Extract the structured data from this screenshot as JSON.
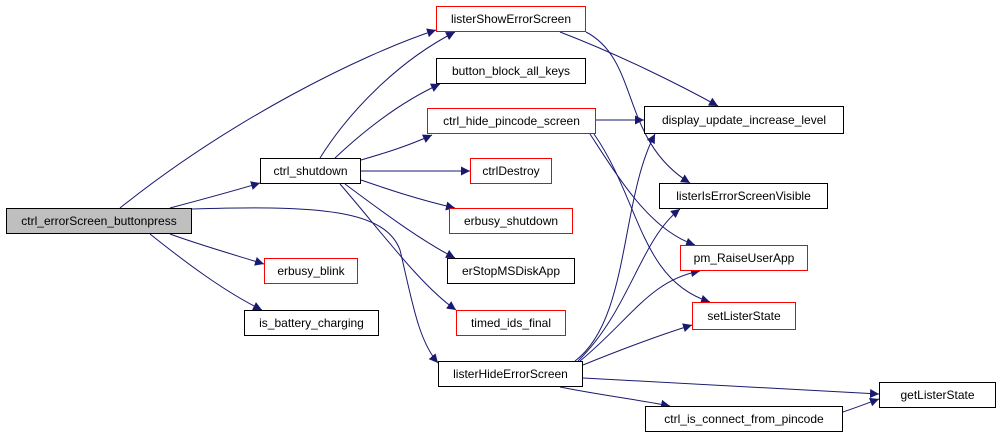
{
  "colors": {
    "edge": "#191970",
    "border": "#000000",
    "undocumented_border": "#ff0000",
    "root_fill": "#bfbfbf"
  },
  "nodes": {
    "ctrl_errorScreen_buttonpress": {
      "label": "ctrl_errorScreen_buttonpress"
    },
    "ctrl_shutdown": {
      "label": "ctrl_shutdown"
    },
    "erbusy_blink": {
      "label": "erbusy_blink"
    },
    "is_battery_charging": {
      "label": "is_battery_charging"
    },
    "listerShowErrorScreen": {
      "label": "listerShowErrorScreen"
    },
    "button_block_all_keys": {
      "label": "button_block_all_keys"
    },
    "ctrl_hide_pincode_screen": {
      "label": "ctrl_hide_pincode_screen"
    },
    "ctrlDestroy": {
      "label": "ctrlDestroy"
    },
    "erbusy_shutdown": {
      "label": "erbusy_shutdown"
    },
    "erStopMSDiskApp": {
      "label": "erStopMSDiskApp"
    },
    "timed_ids_final": {
      "label": "timed_ids_final"
    },
    "listerHideErrorScreen": {
      "label": "listerHideErrorScreen"
    },
    "display_update_increase_level": {
      "label": "display_update_increase_level"
    },
    "listerIsErrorScreenVisible": {
      "label": "listerIsErrorScreenVisible"
    },
    "pm_RaiseUserApp": {
      "label": "pm_RaiseUserApp"
    },
    "setListerState": {
      "label": "setListerState"
    },
    "ctrl_is_connect_from_pincode": {
      "label": "ctrl_is_connect_from_pincode"
    },
    "getListerState": {
      "label": "getListerState"
    }
  },
  "edges": [
    {
      "from": "ctrl_errorScreen_buttonpress",
      "to": "listerShowErrorScreen"
    },
    {
      "from": "ctrl_errorScreen_buttonpress",
      "to": "ctrl_shutdown"
    },
    {
      "from": "ctrl_errorScreen_buttonpress",
      "to": "erbusy_blink"
    },
    {
      "from": "ctrl_errorScreen_buttonpress",
      "to": "is_battery_charging"
    },
    {
      "from": "ctrl_errorScreen_buttonpress",
      "to": "listerHideErrorScreen"
    },
    {
      "from": "ctrl_shutdown",
      "to": "listerShowErrorScreen"
    },
    {
      "from": "ctrl_shutdown",
      "to": "button_block_all_keys"
    },
    {
      "from": "ctrl_shutdown",
      "to": "ctrl_hide_pincode_screen"
    },
    {
      "from": "ctrl_shutdown",
      "to": "ctrlDestroy"
    },
    {
      "from": "ctrl_shutdown",
      "to": "erbusy_shutdown"
    },
    {
      "from": "ctrl_shutdown",
      "to": "erStopMSDiskApp"
    },
    {
      "from": "ctrl_shutdown",
      "to": "timed_ids_final"
    },
    {
      "from": "listerShowErrorScreen",
      "to": "display_update_increase_level"
    },
    {
      "from": "listerShowErrorScreen",
      "to": "listerIsErrorScreenVisible"
    },
    {
      "from": "ctrl_hide_pincode_screen",
      "to": "display_update_increase_level"
    },
    {
      "from": "ctrl_hide_pincode_screen",
      "to": "pm_RaiseUserApp"
    },
    {
      "from": "ctrl_hide_pincode_screen",
      "to": "setListerState"
    },
    {
      "from": "listerHideErrorScreen",
      "to": "display_update_increase_level"
    },
    {
      "from": "listerHideErrorScreen",
      "to": "listerIsErrorScreenVisible"
    },
    {
      "from": "listerHideErrorScreen",
      "to": "pm_RaiseUserApp"
    },
    {
      "from": "listerHideErrorScreen",
      "to": "setListerState"
    },
    {
      "from": "listerHideErrorScreen",
      "to": "getListerState"
    },
    {
      "from": "listerHideErrorScreen",
      "to": "ctrl_is_connect_from_pincode"
    },
    {
      "from": "ctrl_is_connect_from_pincode",
      "to": "getListerState"
    }
  ]
}
